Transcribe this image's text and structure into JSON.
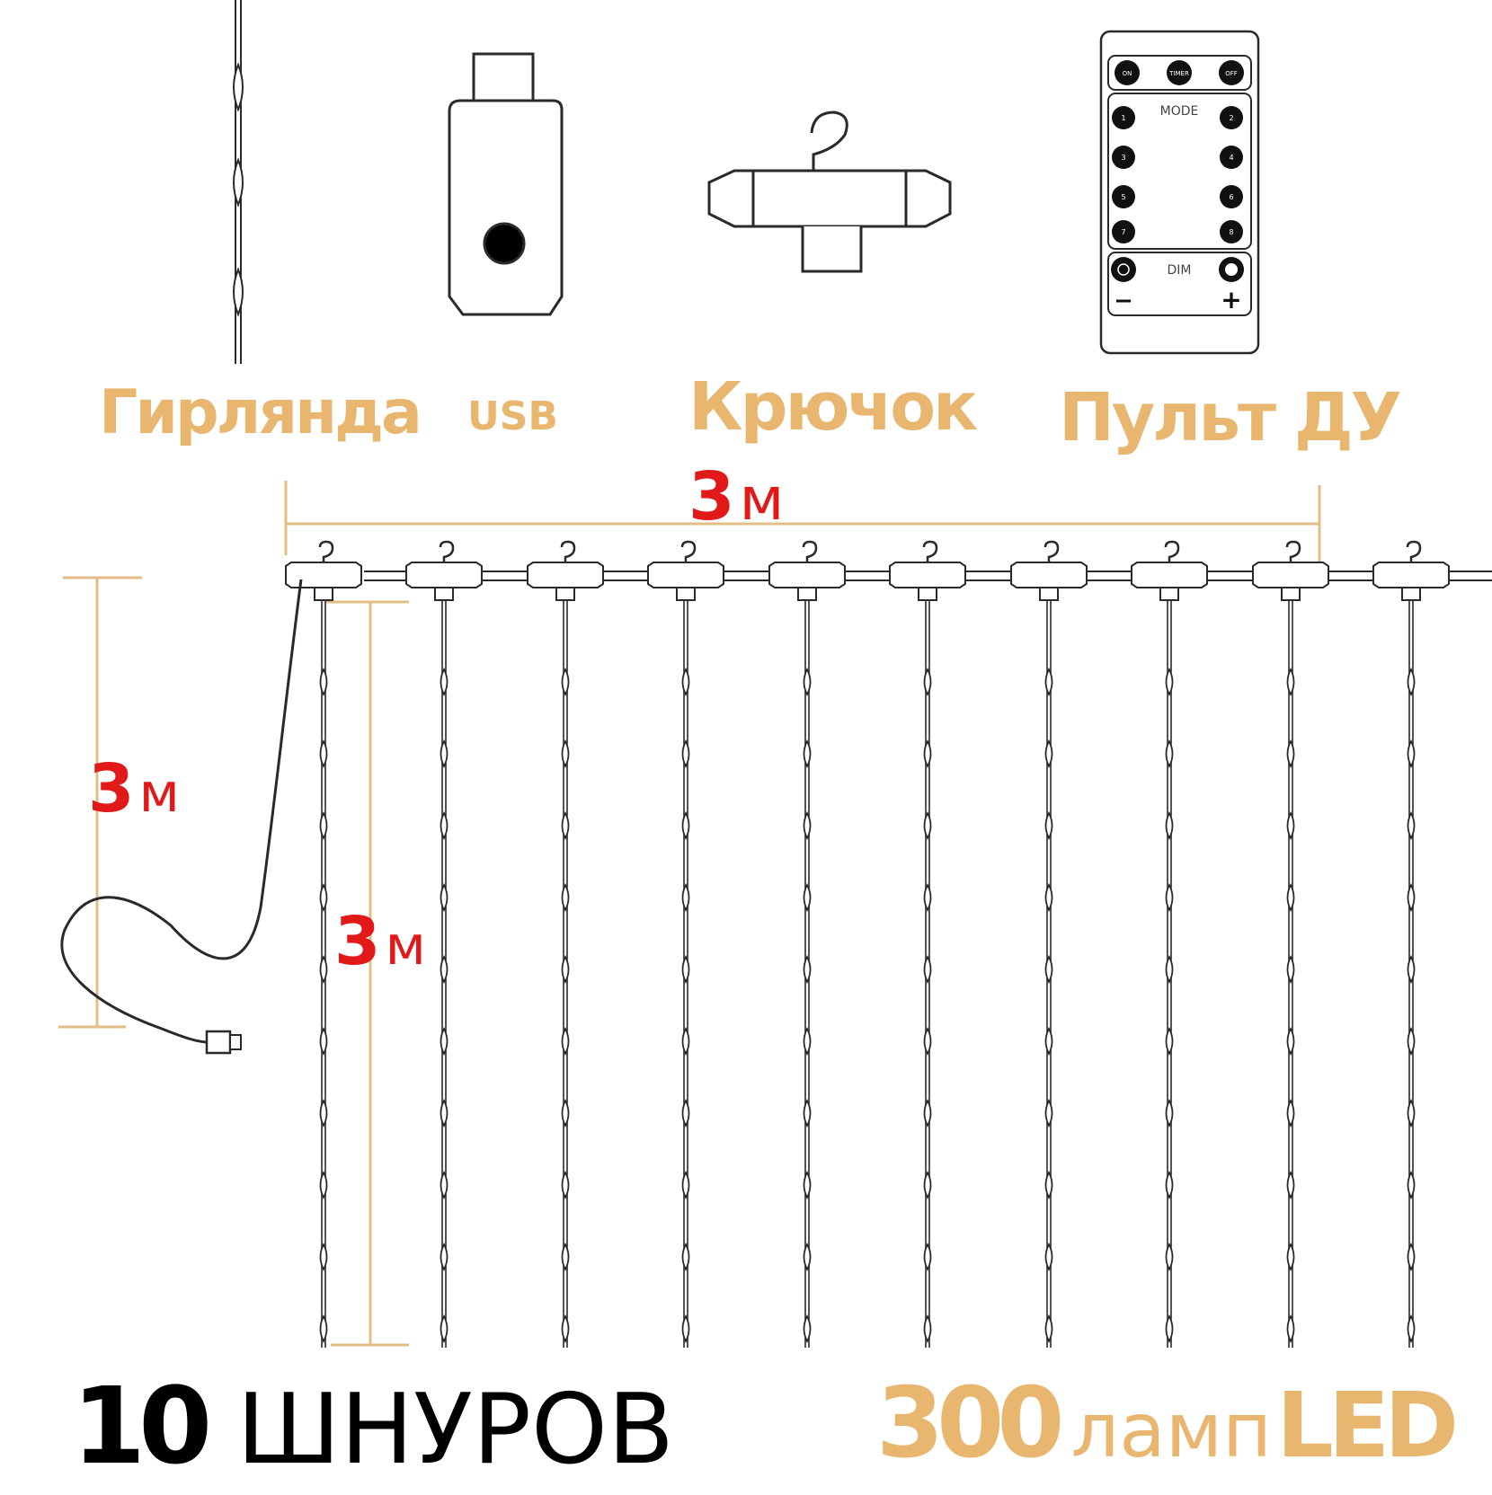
{
  "colors": {
    "line": "#2a2a2a",
    "accent": "#e8b66f",
    "dimension": "#e4bd86",
    "red": "#e11919",
    "black": "#000000"
  },
  "components": {
    "garland": "Гирлянда",
    "usb": "USB",
    "hook": "Крючок",
    "remote": "Пульт ДУ"
  },
  "remote": {
    "top_buttons": [
      "ON",
      "TIMER",
      "OFF"
    ],
    "mode_label": "MODE",
    "mode_buttons": [
      "1",
      "2",
      "3",
      "4",
      "5",
      "6",
      "7",
      "8"
    ],
    "dim_label": "DIM",
    "minus": "−",
    "plus": "+"
  },
  "dimensions": {
    "width_value": "3",
    "width_unit": "м",
    "cable_value": "3",
    "cable_unit": "м",
    "drop_value": "3",
    "drop_unit": "м"
  },
  "footer": {
    "strands_count": "10",
    "strands_word": "ШНУРОВ",
    "lamps_count": "300",
    "lamps_word": "ламп",
    "led_word": "LED"
  },
  "icons": [
    "garland-strand-icon",
    "usb-plug-icon",
    "hook-icon",
    "remote-control-icon"
  ]
}
